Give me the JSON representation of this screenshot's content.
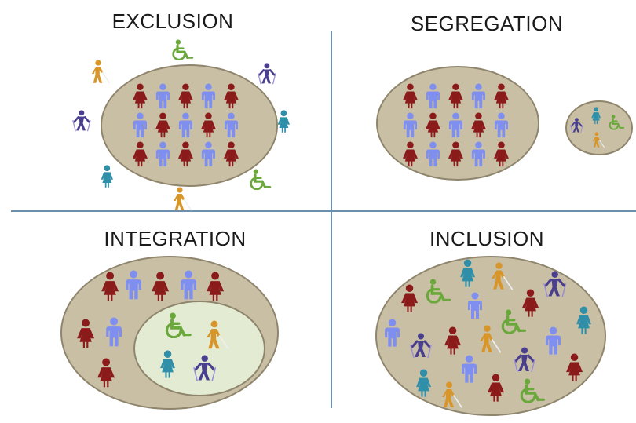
{
  "panels": [
    {
      "id": "exclusion",
      "title": "EXCLUSION"
    },
    {
      "id": "segregation",
      "title": "SEGREGATION"
    },
    {
      "id": "integration",
      "title": "INTEGRATION"
    },
    {
      "id": "inclusion",
      "title": "INCLUSION"
    }
  ],
  "colors": {
    "woman": "#8b1a1a",
    "man": "#7f8ff0",
    "wheelchair": "#6aa83c",
    "blind": "#d8952a",
    "crutch": "#4a3f8f",
    "teal_woman": "#2f8fa8",
    "circle_fill": "#c9bfa5",
    "circle_border": "#8f856d",
    "inner_fill": "#e3ecd2",
    "divider": "#6c8fad"
  },
  "icons": [
    "woman-figure-icon",
    "man-figure-icon",
    "wheelchair-user-icon",
    "blind-person-cane-icon",
    "crutch-walker-icon"
  ]
}
